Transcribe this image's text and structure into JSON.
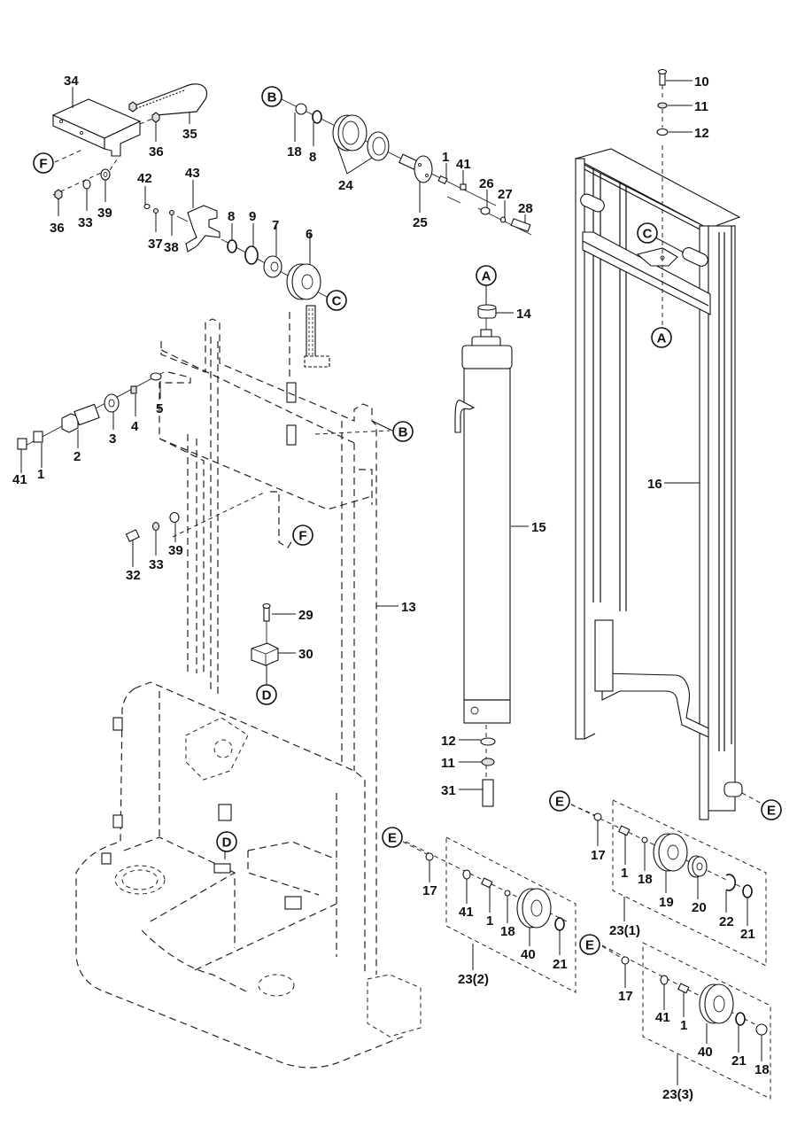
{
  "title": "Mast assembly exploded parts diagram",
  "part_labels": [
    {
      "id": "p34",
      "text": "34"
    },
    {
      "id": "p35",
      "text": "35"
    },
    {
      "id": "p36a",
      "text": "36"
    },
    {
      "id": "p36b",
      "text": "36"
    },
    {
      "id": "p33a",
      "text": "33"
    },
    {
      "id": "p39a",
      "text": "39"
    },
    {
      "id": "p42",
      "text": "42"
    },
    {
      "id": "p43",
      "text": "43"
    },
    {
      "id": "p37",
      "text": "37"
    },
    {
      "id": "p38",
      "text": "38"
    },
    {
      "id": "p8a",
      "text": "8"
    },
    {
      "id": "p9",
      "text": "9"
    },
    {
      "id": "p7",
      "text": "7"
    },
    {
      "id": "p6",
      "text": "6"
    },
    {
      "id": "p18a",
      "text": "18"
    },
    {
      "id": "p8b",
      "text": "8"
    },
    {
      "id": "p24",
      "text": "24"
    },
    {
      "id": "p25",
      "text": "25"
    },
    {
      "id": "p1a",
      "text": "1"
    },
    {
      "id": "p41a",
      "text": "41"
    },
    {
      "id": "p26",
      "text": "26"
    },
    {
      "id": "p27",
      "text": "27"
    },
    {
      "id": "p28",
      "text": "28"
    },
    {
      "id": "p10",
      "text": "10"
    },
    {
      "id": "p11a",
      "text": "11"
    },
    {
      "id": "p12a",
      "text": "12"
    },
    {
      "id": "p14",
      "text": "14"
    },
    {
      "id": "p41b",
      "text": "41"
    },
    {
      "id": "p1b",
      "text": "1"
    },
    {
      "id": "p2",
      "text": "2"
    },
    {
      "id": "p3",
      "text": "3"
    },
    {
      "id": "p4",
      "text": "4"
    },
    {
      "id": "p5",
      "text": "5"
    },
    {
      "id": "p32",
      "text": "32"
    },
    {
      "id": "p33b",
      "text": "33"
    },
    {
      "id": "p39b",
      "text": "39"
    },
    {
      "id": "p16",
      "text": "16"
    },
    {
      "id": "p15",
      "text": "15"
    },
    {
      "id": "p13",
      "text": "13"
    },
    {
      "id": "p29",
      "text": "29"
    },
    {
      "id": "p30",
      "text": "30"
    },
    {
      "id": "p12b",
      "text": "12"
    },
    {
      "id": "p11b",
      "text": "11"
    },
    {
      "id": "p31",
      "text": "31"
    },
    {
      "id": "p17a",
      "text": "17"
    },
    {
      "id": "p41c",
      "text": "41"
    },
    {
      "id": "p1c",
      "text": "1"
    },
    {
      "id": "p18b",
      "text": "18"
    },
    {
      "id": "p40a",
      "text": "40"
    },
    {
      "id": "p21a",
      "text": "21"
    },
    {
      "id": "p23_2",
      "text": "23(2)"
    },
    {
      "id": "p17b",
      "text": "17"
    },
    {
      "id": "p1d",
      "text": "1"
    },
    {
      "id": "p18c",
      "text": "18"
    },
    {
      "id": "p19",
      "text": "19"
    },
    {
      "id": "p20",
      "text": "20"
    },
    {
      "id": "p22",
      "text": "22"
    },
    {
      "id": "p21b",
      "text": "21"
    },
    {
      "id": "p23_1",
      "text": "23(1)"
    },
    {
      "id": "p17c",
      "text": "17"
    },
    {
      "id": "p41d",
      "text": "41"
    },
    {
      "id": "p1e",
      "text": "1"
    },
    {
      "id": "p40b",
      "text": "40"
    },
    {
      "id": "p21c",
      "text": "21"
    },
    {
      "id": "p18d",
      "text": "18"
    },
    {
      "id": "p23_3",
      "text": "23(3)"
    }
  ],
  "reference_markers": [
    {
      "id": "F1",
      "letter": "F"
    },
    {
      "id": "B1",
      "letter": "B"
    },
    {
      "id": "C1",
      "letter": "C"
    },
    {
      "id": "C2",
      "letter": "C"
    },
    {
      "id": "A1",
      "letter": "A"
    },
    {
      "id": "A2",
      "letter": "A"
    },
    {
      "id": "B2",
      "letter": "B"
    },
    {
      "id": "F2",
      "letter": "F"
    },
    {
      "id": "D1",
      "letter": "D"
    },
    {
      "id": "D2",
      "letter": "D"
    },
    {
      "id": "E1",
      "letter": "E"
    },
    {
      "id": "E2",
      "letter": "E"
    },
    {
      "id": "E3",
      "letter": "E"
    },
    {
      "id": "E4",
      "letter": "E"
    }
  ]
}
